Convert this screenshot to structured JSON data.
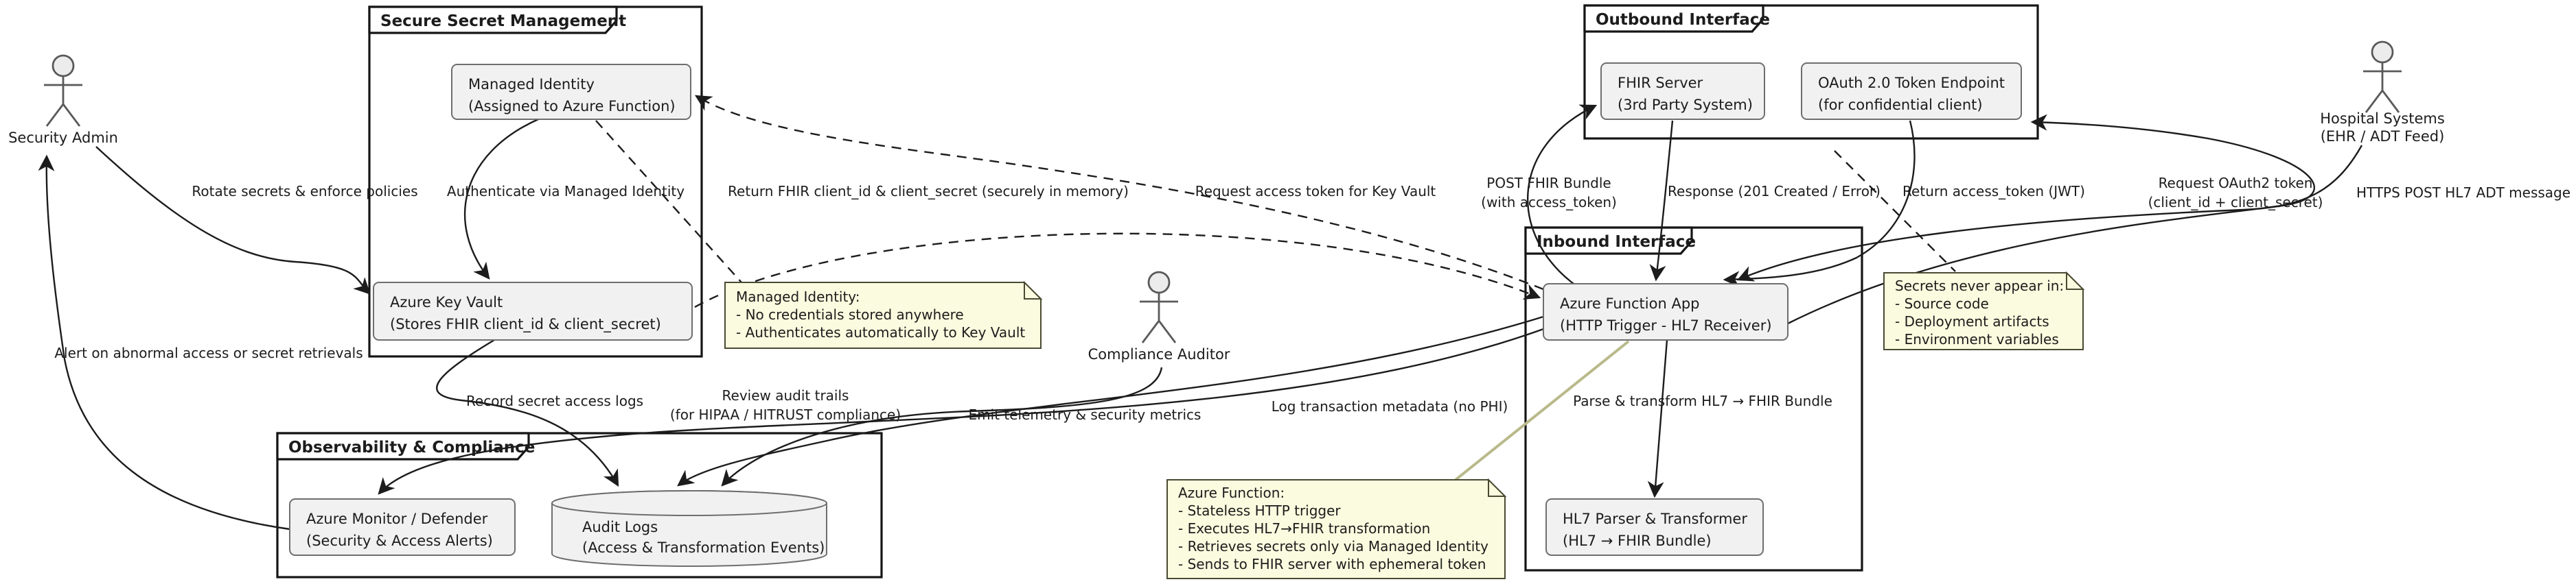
{
  "diagram_type": "uml-component-architecture",
  "colors": {
    "background": "#ffffff",
    "node_fill": "#f1f1f1",
    "node_border": "#6e6e6e",
    "note_fill": "#fbfbdf",
    "note_border": "#4a4a33",
    "frame_border": "#151515",
    "line": "#1c1c1c",
    "note_link": "#b9b98a",
    "actor_fill": "#ececec"
  },
  "frames": {
    "secret": "Secure Secret Management",
    "outbound": "Outbound Interface",
    "inbound": "Inbound Interface",
    "observability": "Observability & Compliance"
  },
  "actors": {
    "admin": "Security Admin",
    "auditor": "Compliance Auditor",
    "hospital_line1": "Hospital Systems",
    "hospital_line2": "(EHR / ADT Feed)"
  },
  "nodes": {
    "managed_identity_line1": "Managed Identity",
    "managed_identity_line2": "(Assigned to Azure Function)",
    "key_vault_line1": "Azure Key Vault",
    "key_vault_line2": "(Stores FHIR client_id & client_secret)",
    "fhir_server_line1": "FHIR Server",
    "fhir_server_line2": "(3rd Party System)",
    "oauth_endpoint_line1": "OAuth 2.0 Token Endpoint",
    "oauth_endpoint_line2": "(for confidential client)",
    "function_app_line1": "Azure Function App",
    "function_app_line2": "(HTTP Trigger - HL7 Receiver)",
    "hl7_parser_line1": "HL7 Parser & Transformer",
    "hl7_parser_line2": "(HL7 → FHIR Bundle)",
    "monitor_line1": "Azure Monitor / Defender",
    "monitor_line2": "(Security & Access Alerts)",
    "audit_logs_line1": "Audit Logs",
    "audit_logs_line2": "(Access & Transformation Events)"
  },
  "notes": {
    "managed_identity": [
      "Managed Identity:",
      "- No credentials stored anywhere",
      "- Authenticates automatically to Key Vault"
    ],
    "secrets": [
      "Secrets never appear in:",
      "- Source code",
      "- Deployment artifacts",
      "- Environment variables"
    ],
    "azure_function": [
      "Azure Function:",
      "- Stateless HTTP trigger",
      "- Executes HL7→FHIR transformation",
      "- Retrieves secrets only via Managed Identity",
      "- Sends to FHIR server with ephemeral token"
    ]
  },
  "edges": {
    "rotate": "Rotate secrets & enforce policies",
    "auth_mi": "Authenticate via Managed Identity",
    "return_fhir": "Return FHIR client_id & client_secret (securely in memory)",
    "request_kv": "Request access token for Key Vault",
    "post_bundle_line1": "POST FHIR Bundle",
    "post_bundle_line2": "(with access_token)",
    "response": "Response (201 Created / Error)",
    "return_jwt": "Return access_token (JWT)",
    "request_oauth_line1": "Request OAuth2 token",
    "request_oauth_line2": "(client_id + client_secret)",
    "https_post": "HTTPS POST HL7 ADT message",
    "alert": "Alert on abnormal access or secret retrievals",
    "record": "Record secret access logs",
    "review_line1": "Review audit trails",
    "review_line2": "(for HIPAA / HITRUST compliance)",
    "emit": "Emit telemetry & security metrics",
    "log_meta": "Log transaction metadata (no PHI)",
    "parse": "Parse & transform HL7 → FHIR Bundle"
  }
}
